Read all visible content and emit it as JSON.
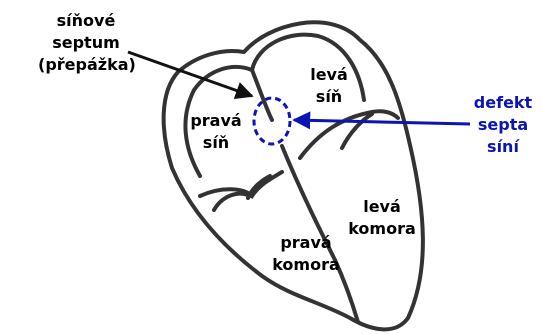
{
  "labels": {
    "septum_line1": "síňové",
    "septum_line2": "septum",
    "septum_line3": "(přepážka)",
    "left_atrium_line1": "levá",
    "left_atrium_line2": "síň",
    "right_atrium_line1": "pravá",
    "right_atrium_line2": "síň",
    "defect_line1": "defekt",
    "defect_line2": "septa",
    "defect_line3": "síní",
    "left_ventricle_line1": "levá",
    "left_ventricle_line2": "komora",
    "right_ventricle_line1": "pravá",
    "right_ventricle_line2": "komora"
  },
  "colors": {
    "outline": "#333333",
    "defect": "#0b14b4",
    "text": "#000000"
  }
}
